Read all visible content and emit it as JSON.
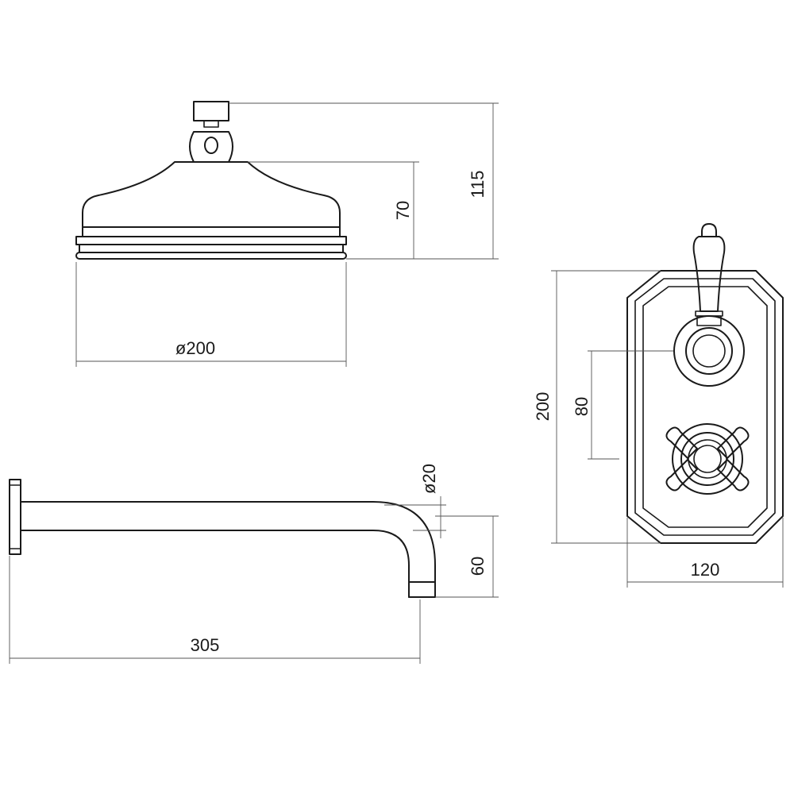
{
  "shower_head": {
    "diameter_label": "ø200",
    "total_height_label": "115",
    "head_height_label": "70"
  },
  "shower_arm": {
    "pipe_diameter_label": "ø20",
    "drop_label": "60",
    "projection_label": "305"
  },
  "valve": {
    "height_label": "200",
    "handle_spacing_label": "80",
    "width_label": "120"
  }
}
